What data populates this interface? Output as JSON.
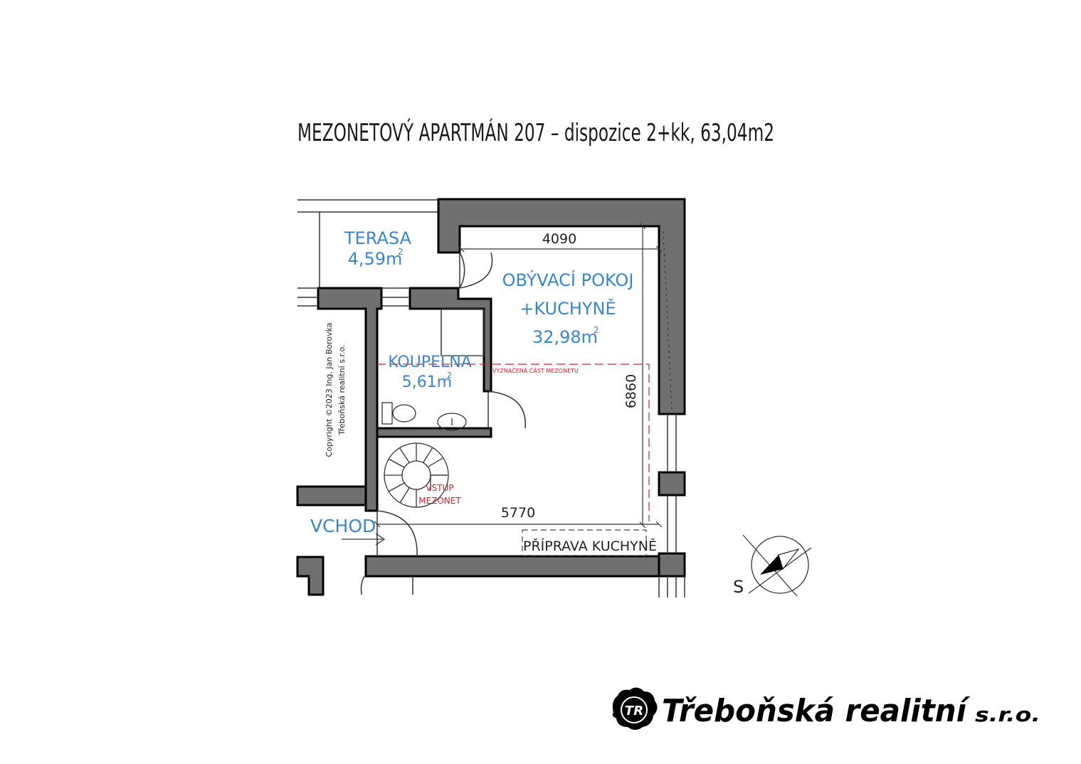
{
  "title": "MEZONETOVÝ APARTMÁN 207 – dispozice 2+kk, 63,04m2",
  "rooms": {
    "terasa": {
      "name": "TERASA",
      "area": "4,59m",
      "sup": "2"
    },
    "obyvaci": {
      "name1": "OBÝVACÍ POKOJ",
      "name2": "+KUCHYNĚ",
      "area": "32,98m",
      "sup": "2"
    },
    "koupelna": {
      "name": "KOUPELNA",
      "area": "5,61m",
      "sup": "2"
    }
  },
  "labels": {
    "vchod": "VCHOD",
    "mezonet_part": "VYZNAČENÁ ČÁST MEZONETU",
    "vstup1": "VSTUP",
    "vstup2": "MEZONET",
    "kitchen_prep": "PŘÍPRAVA KUCHYNĚ",
    "compass_letter": "S"
  },
  "dimensions": {
    "top": "4090",
    "right": "6860",
    "bottom": "5770"
  },
  "copyright": {
    "line1": "Copyright ©2023 Ing. Jan Borovka",
    "line2": "Třeboňská realitní s.r.o."
  },
  "brand": {
    "logo_text": "TR",
    "name": "Třeboňská realitní",
    "suffix": "s.r.o."
  },
  "colors": {
    "wall": "#707070",
    "room_text": "#3a86c8",
    "mezonet_line": "#d0202a"
  }
}
